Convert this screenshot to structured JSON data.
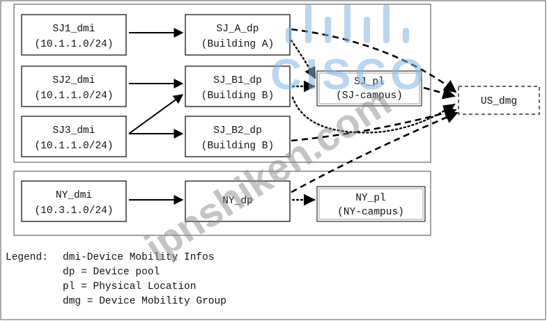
{
  "nodes": {
    "sj1_dmi": {
      "line1": "SJ1_dmi",
      "line2": "(10.1.1.0/24)"
    },
    "sj2_dmi": {
      "line1": "SJ2_dmi",
      "line2": "(10.1.1.0/24)"
    },
    "sj3_dmi": {
      "line1": "SJ3_dmi",
      "line2": "(10.1.1.0/24)"
    },
    "ny_dmi": {
      "line1": "NY_dmi",
      "line2": "(10.3.1.0/24)"
    },
    "sj_a_dp": {
      "line1": "SJ_A_dp",
      "line2": "(Building A)"
    },
    "sj_b1_dp": {
      "line1": "SJ_B1_dp",
      "line2": "(Building B)"
    },
    "sj_b2_dp": {
      "line1": "SJ_B2_dp",
      "line2": "(Building B)"
    },
    "ny_dp": {
      "line1": "NY_dp"
    },
    "sj_pl": {
      "line1": "SJ_pl",
      "line2": "(SJ-campus)"
    },
    "ny_pl": {
      "line1": "NY_pl",
      "line2": "(NY-campus)"
    },
    "us_dmg": {
      "line1": "US_dmg"
    }
  },
  "legend": {
    "title": "Legend:",
    "items": [
      "dmi-Device Mobility Infos",
      "dp = Device pool",
      "pl = Physical Location",
      "dmg = Device Mobility Group"
    ]
  },
  "watermark": {
    "brand": "CISCO",
    "site": "ipnshiken.com"
  },
  "colors": {
    "watermark": "#7fb6e6",
    "line": "#000000"
  }
}
